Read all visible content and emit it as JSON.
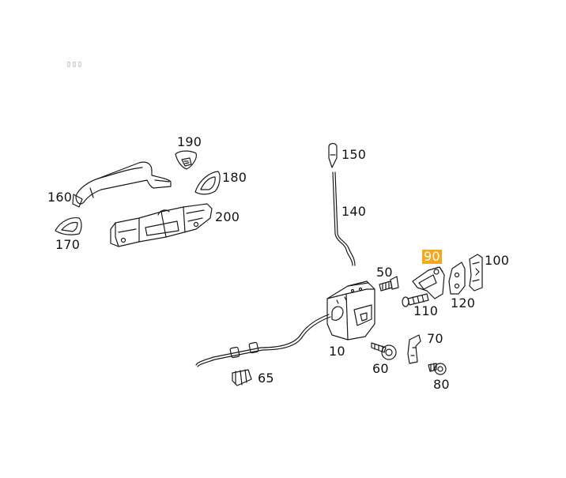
{
  "corner_mark": "▯▯▯",
  "labels": {
    "l190": "190",
    "l180": "180",
    "l160": "160",
    "l200": "200",
    "l170": "170",
    "l150": "150",
    "l140": "140",
    "l50": "50",
    "l90": "90",
    "l100": "100",
    "l120": "120",
    "l110": "110",
    "l10": "10",
    "l70": "70",
    "l60": "60",
    "l80": "80",
    "l65": "65"
  },
  "colors": {
    "highlight": "#f4a81d",
    "line": "#1a1a1a"
  }
}
